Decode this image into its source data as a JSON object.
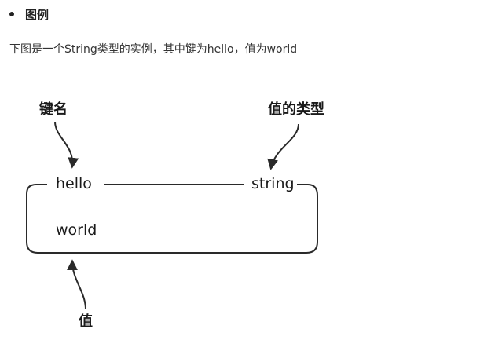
{
  "section": {
    "heading": "图例"
  },
  "paragraph": "下图是一个String类型的实例，其中键为hello，值为world",
  "diagram": {
    "key_label": "键名",
    "type_label": "值的类型",
    "key_text": "hello",
    "type_text": "string",
    "value_text": "world",
    "value_label": "值",
    "stroke_color": "#2a2a2a"
  }
}
